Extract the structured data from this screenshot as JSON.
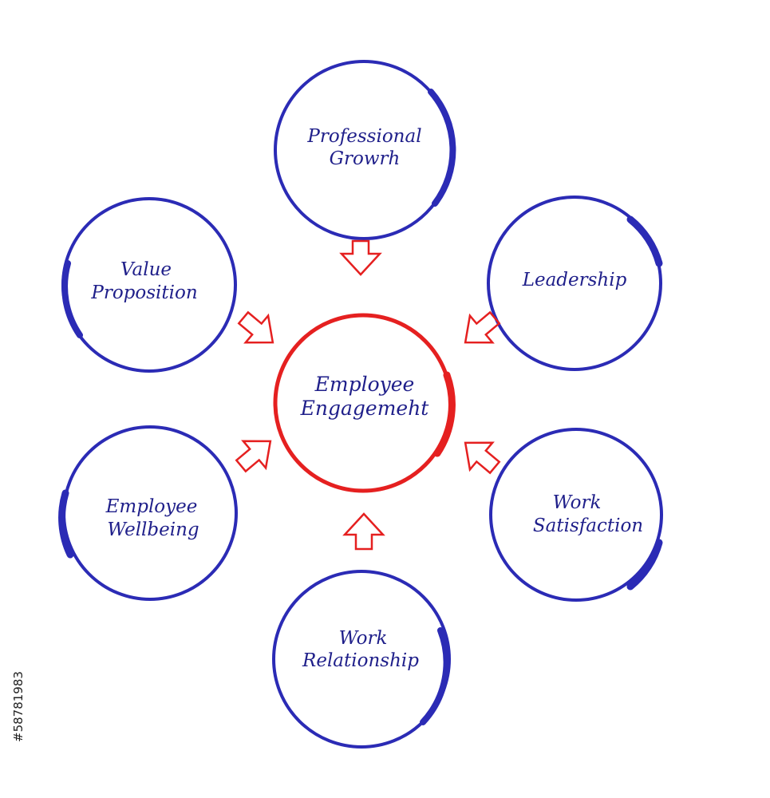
{
  "colors": {
    "node": "#2b2bb5",
    "center": "#e52020",
    "arrow": "#e52020",
    "text": "#1f1f8a",
    "background": "#ffffff"
  },
  "center": {
    "lines": [
      "Employee",
      "Engagemeht"
    ]
  },
  "nodes": [
    {
      "id": "professional-growth",
      "lines": [
        "Professional",
        "Growrh"
      ]
    },
    {
      "id": "leadership",
      "lines": [
        "Leadership"
      ]
    },
    {
      "id": "work-satisfaction",
      "lines": [
        "Work",
        "Satisfaction"
      ]
    },
    {
      "id": "work-relationship",
      "lines": [
        "Work",
        "Relationship"
      ]
    },
    {
      "id": "employee-wellbeing",
      "lines": [
        "Employee",
        "Wellbeing"
      ]
    },
    {
      "id": "value-proposition",
      "lines": [
        "Value",
        "Proposition"
      ]
    }
  ],
  "watermark_id": "#58781983"
}
